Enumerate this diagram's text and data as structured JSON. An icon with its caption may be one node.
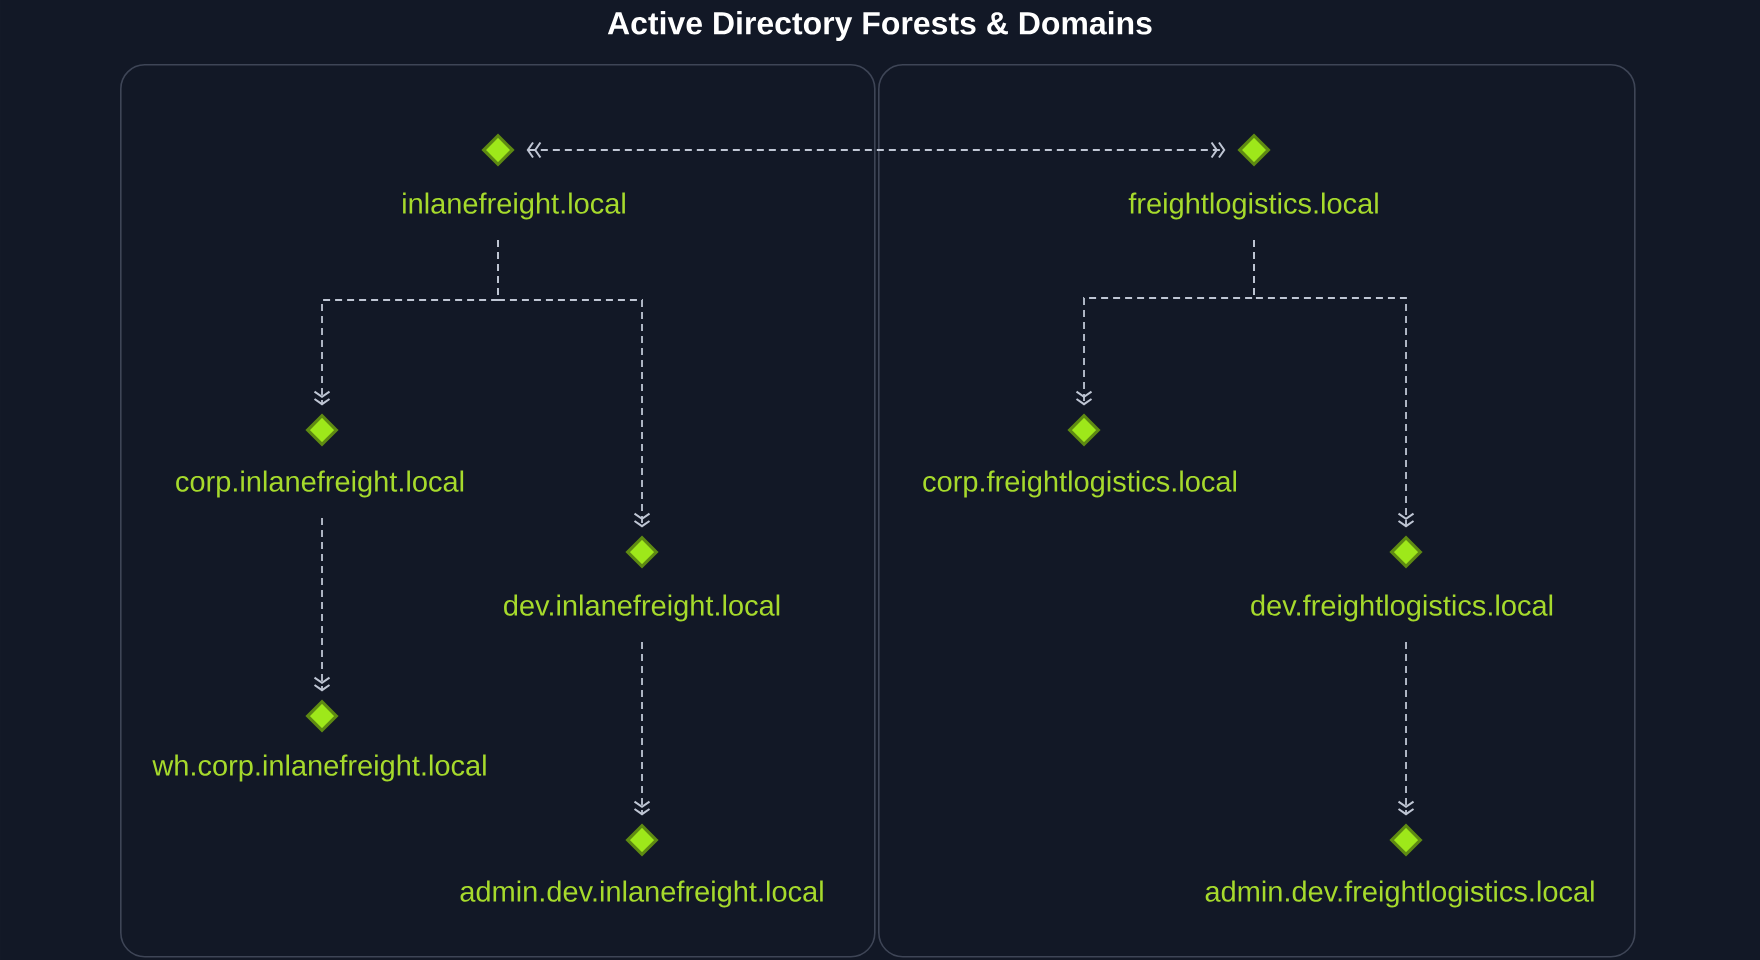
{
  "diagram": {
    "title": "Active Directory Forests & Domains",
    "nodes": [
      {
        "text": [],
        "shape": "box"
      },
      {
        "text": [],
        "shape": "box"
      },
      {
        "text": [
          "inlanefreight.local"
        ],
        "in": 0
      },
      {
        "text": [
          "corp.inlanefreight.local"
        ],
        "in": 0
      },
      {
        "text": [
          "wh.corp.inlanefreight.local"
        ],
        "in": 0
      },
      {
        "text": [
          "dev.inlanefreight.local"
        ],
        "in": 0
      },
      {
        "text": [
          "admin.dev.inlanefreight.local"
        ],
        "in": 0
      },
      {
        "text": [
          "freightlogistics.local"
        ],
        "in": 1
      },
      {
        "text": [
          "corp.freightlogistics.local"
        ],
        "in": 1
      },
      {
        "text": [
          "dev.freightlogistics.local"
        ],
        "in": 1
      },
      {
        "text": [
          "admin.dev.freightlogistics.local"
        ],
        "in": 1
      }
    ],
    "edges": [
      {
        "from": 2,
        "to": 7,
        "arrow": "both"
      },
      {
        "from": 2,
        "to": 3,
        "arrow": "to"
      },
      {
        "from": 2,
        "to": 5,
        "arrow": "to"
      },
      {
        "from": 3,
        "to": 4,
        "arrow": "to"
      },
      {
        "from": 5,
        "to": 6,
        "arrow": "to"
      },
      {
        "from": 7,
        "to": 8,
        "arrow": "to"
      },
      {
        "from": 7,
        "to": 9,
        "arrow": "to"
      },
      {
        "from": 9,
        "to": 10,
        "arrow": "to"
      }
    ]
  }
}
